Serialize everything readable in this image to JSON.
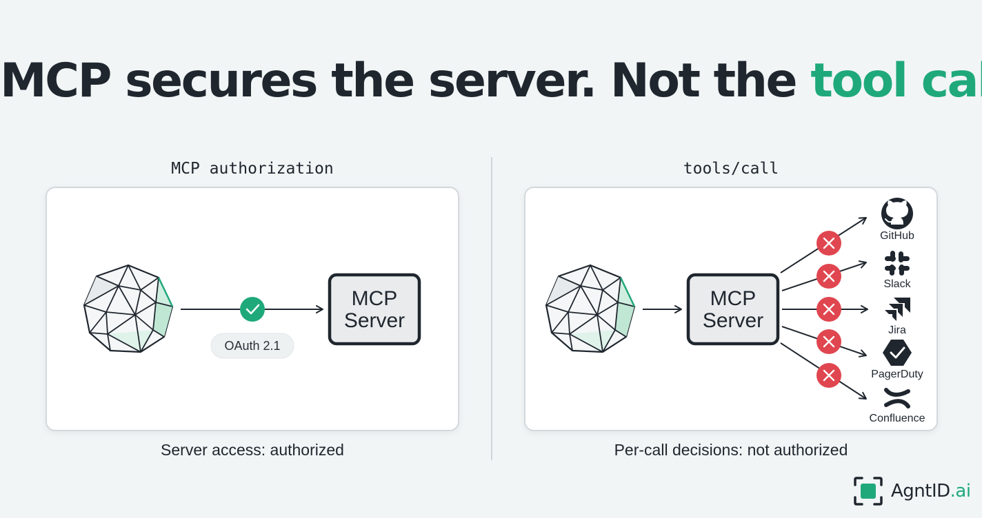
{
  "headline": {
    "main": "MCP secures the server. Not the ",
    "accent": "tool call",
    "end": "."
  },
  "left_panel": {
    "label": "MCP authorization",
    "server_line1": "MCP",
    "server_line2": "Server",
    "badge": "OAuth 2.1",
    "caption": "Server access: authorized"
  },
  "right_panel": {
    "label": "tools/call",
    "server_line1": "MCP",
    "server_line2": "Server",
    "caption": "Per-call decisions: not authorized",
    "tools": [
      {
        "name": "GitHub",
        "icon": "github-icon"
      },
      {
        "name": "Slack",
        "icon": "slack-icon"
      },
      {
        "name": "Jira",
        "icon": "jira-icon"
      },
      {
        "name": "PagerDuty",
        "icon": "pagerduty-icon"
      },
      {
        "name": "Confluence",
        "icon": "confluence-icon"
      }
    ]
  },
  "brand": {
    "name": "AgntID",
    "suffix": ".ai"
  },
  "colors": {
    "accent": "#1fa97b",
    "deny": "#e0464f",
    "text": "#1f262e"
  }
}
